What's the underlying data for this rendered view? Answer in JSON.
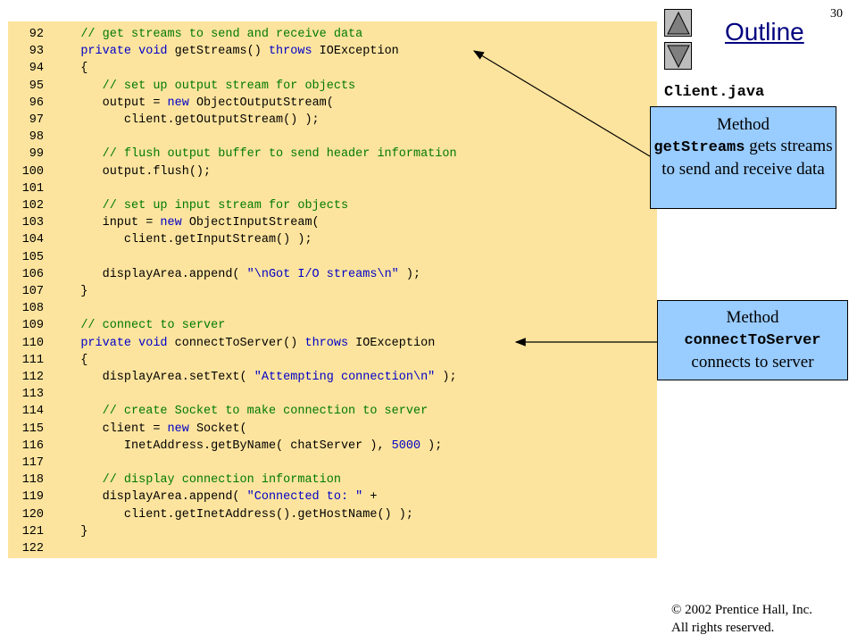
{
  "page_number": "30",
  "outline_title": "Outline",
  "file_name": "Client.java",
  "nav": {
    "up_icon": "up-triangle-icon",
    "down_icon": "down-triangle-icon"
  },
  "callouts": [
    {
      "prefix": "Method",
      "code": "getStreams",
      "suffix": "gets streams to send and receive data"
    },
    {
      "prefix": "Method",
      "code": "connectToServer",
      "suffix": "connects to server"
    }
  ],
  "copyright": {
    "line1": "© 2002 Prentice Hall, Inc.",
    "line2": "All rights reserved."
  },
  "code_lines": [
    {
      "num": "92",
      "parts": [
        {
          "t": "   "
        },
        {
          "t": "// get streams to send and receive data",
          "k": "c"
        }
      ]
    },
    {
      "num": "93",
      "parts": [
        {
          "t": "   "
        },
        {
          "t": "private void",
          "k": "k"
        },
        {
          "t": " getStreams() "
        },
        {
          "t": "throws",
          "k": "k"
        },
        {
          "t": " IOException"
        }
      ]
    },
    {
      "num": "94",
      "parts": [
        {
          "t": "   {"
        }
      ]
    },
    {
      "num": "95",
      "parts": [
        {
          "t": "      "
        },
        {
          "t": "// set up output stream for objects",
          "k": "c"
        }
      ]
    },
    {
      "num": "96",
      "parts": [
        {
          "t": "      output = "
        },
        {
          "t": "new",
          "k": "k"
        },
        {
          "t": " ObjectOutputStream("
        }
      ]
    },
    {
      "num": "97",
      "parts": [
        {
          "t": "         client.getOutputStream() );"
        }
      ]
    },
    {
      "num": "98",
      "parts": []
    },
    {
      "num": "99",
      "parts": [
        {
          "t": "      "
        },
        {
          "t": "// flush output buffer to send header information",
          "k": "c"
        }
      ]
    },
    {
      "num": "100",
      "parts": [
        {
          "t": "      output.flush();"
        }
      ]
    },
    {
      "num": "101",
      "parts": []
    },
    {
      "num": "102",
      "parts": [
        {
          "t": "      "
        },
        {
          "t": "// set up input stream for objects",
          "k": "c"
        }
      ]
    },
    {
      "num": "103",
      "parts": [
        {
          "t": "      input = "
        },
        {
          "t": "new",
          "k": "k"
        },
        {
          "t": " ObjectInputStream("
        }
      ]
    },
    {
      "num": "104",
      "parts": [
        {
          "t": "         client.getInputStream() );"
        }
      ]
    },
    {
      "num": "105",
      "parts": []
    },
    {
      "num": "106",
      "parts": [
        {
          "t": "      displayArea.append( "
        },
        {
          "t": "\"\\nGot I/O streams\\n\"",
          "k": "s"
        },
        {
          "t": " );"
        }
      ]
    },
    {
      "num": "107",
      "parts": [
        {
          "t": "   }"
        }
      ]
    },
    {
      "num": "108",
      "parts": []
    },
    {
      "num": "109",
      "parts": [
        {
          "t": "   "
        },
        {
          "t": "// connect to server",
          "k": "c"
        }
      ]
    },
    {
      "num": "110",
      "parts": [
        {
          "t": "   "
        },
        {
          "t": "private void",
          "k": "k"
        },
        {
          "t": " connectToServer() "
        },
        {
          "t": "throws",
          "k": "k"
        },
        {
          "t": " IOException"
        }
      ]
    },
    {
      "num": "111",
      "parts": [
        {
          "t": "   {"
        }
      ]
    },
    {
      "num": "112",
      "parts": [
        {
          "t": "      displayArea.setText( "
        },
        {
          "t": "\"Attempting connection\\n\"",
          "k": "s"
        },
        {
          "t": " );"
        }
      ]
    },
    {
      "num": "113",
      "parts": []
    },
    {
      "num": "114",
      "parts": [
        {
          "t": "      "
        },
        {
          "t": "// create Socket to make connection to server",
          "k": "c"
        }
      ]
    },
    {
      "num": "115",
      "parts": [
        {
          "t": "      client = "
        },
        {
          "t": "new",
          "k": "k"
        },
        {
          "t": " Socket("
        }
      ]
    },
    {
      "num": "116",
      "parts": [
        {
          "t": "         InetAddress.getByName( chatServer ), "
        },
        {
          "t": "5000",
          "k": "n"
        },
        {
          "t": " );"
        }
      ]
    },
    {
      "num": "117",
      "parts": []
    },
    {
      "num": "118",
      "parts": [
        {
          "t": "      "
        },
        {
          "t": "// display connection information",
          "k": "c"
        }
      ]
    },
    {
      "num": "119",
      "parts": [
        {
          "t": "      displayArea.append( "
        },
        {
          "t": "\"Connected to: \"",
          "k": "s"
        },
        {
          "t": " +"
        }
      ]
    },
    {
      "num": "120",
      "parts": [
        {
          "t": "         client.getInetAddress().getHostName() );"
        }
      ]
    },
    {
      "num": "121",
      "parts": [
        {
          "t": "   }"
        }
      ]
    },
    {
      "num": "122",
      "parts": []
    }
  ]
}
